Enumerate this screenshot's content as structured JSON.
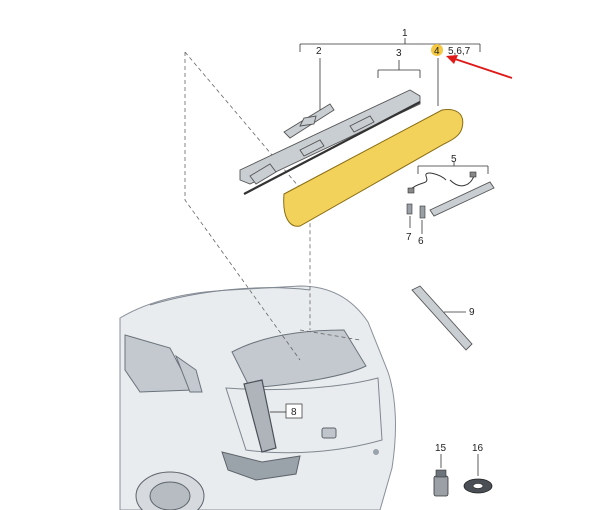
{
  "callouts": {
    "c1": "1",
    "c2": "2",
    "c3": "3",
    "c4": "4",
    "c567": "5,6,7",
    "c5": "5",
    "c6": "6",
    "c7": "7",
    "c8": "8",
    "c9": "9",
    "c15": "15",
    "c16": "16"
  },
  "colors": {
    "highlight": "#f5c842",
    "spoiler": "#f2d25a",
    "arrow": "#e01919"
  }
}
